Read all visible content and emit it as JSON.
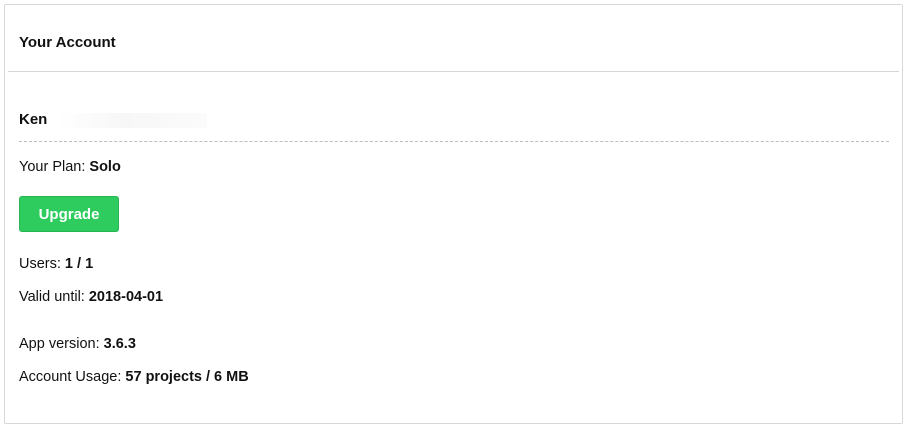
{
  "account": {
    "title": "Your Account",
    "user_name": "Ken",
    "plan_label": "Your Plan: ",
    "plan_value": "Solo",
    "upgrade_label": "Upgrade",
    "users_label": "Users: ",
    "users_value": "1 / 1",
    "valid_label": "Valid until: ",
    "valid_value": "2018-04-01",
    "version_label": "App version: ",
    "version_value": "3.6.3",
    "usage_label": "Account Usage: ",
    "usage_value": "57 projects / 6 MB"
  },
  "colors": {
    "accent": "#2ecc5f",
    "text": "#111111",
    "divider": "#d6d6d6"
  }
}
